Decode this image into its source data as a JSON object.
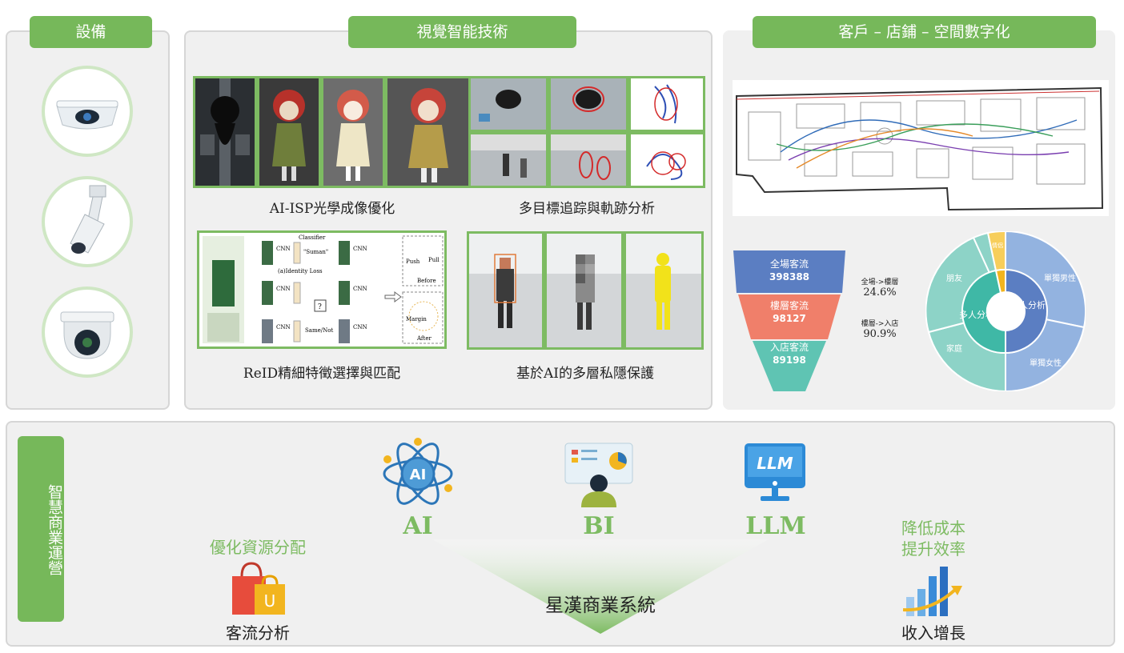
{
  "sections": {
    "devices": {
      "title": "設備"
    },
    "vision": {
      "title": "視覺智能技術",
      "items": [
        {
          "caption": "AI-ISP光學成像優化"
        },
        {
          "caption": "多目標追踪與軌跡分析"
        },
        {
          "caption": "ReID精細特徵選擇與匹配"
        },
        {
          "caption": "基於AI的多層私隱保護"
        }
      ],
      "reid_labels": {
        "classifier": "Classifier",
        "suman": "\"Suman\"",
        "identity_loss": "(a)Identity Loss",
        "cnn": "CNN",
        "same_not": "Same/Not",
        "push": "Push",
        "pull": "Pull",
        "before": "Before",
        "margin": "Margin",
        "after": "After",
        "q": "?"
      }
    },
    "digital": {
      "title": "客戶 – 店鋪 – 空間數字化",
      "funnel": [
        {
          "label": "全場客流",
          "value": "398388",
          "color": "#5b7ec2"
        },
        {
          "label": "樓層客流",
          "value": "98127",
          "color": "#f07f6a"
        },
        {
          "label": "入店客流",
          "value": "89198",
          "color": "#5fc4b3"
        }
      ],
      "conversions": [
        {
          "label": "全場->樓層",
          "value": "24.6%"
        },
        {
          "label": "樓層->入店",
          "value": "90.9%"
        }
      ],
      "sunburst": {
        "inner": [
          {
            "label": "單人分析",
            "color": "#5b7ec2"
          },
          {
            "label": "多人分析",
            "color": "#3fb8a6"
          }
        ],
        "outer": [
          {
            "label": "單獨男性",
            "color": "#93b3e0"
          },
          {
            "label": "單獨女性",
            "color": "#93b3e0"
          },
          {
            "label": "家庭",
            "color": "#8dd3c7"
          },
          {
            "label": "朋友",
            "color": "#8dd3c7"
          },
          {
            "label": "情侶",
            "color": "#f7ce5b"
          }
        ]
      }
    },
    "operations": {
      "title": "智慧商業運營",
      "left_top": "優化資源分配",
      "left_bottom": "客流分析",
      "center": "星漢商業系統",
      "right_top_1": "降低成本",
      "right_top_2": "提升效率",
      "right_bottom": "收入增長",
      "pillars": [
        {
          "label": "AI",
          "icon": "ai-atom-icon"
        },
        {
          "label": "BI",
          "icon": "bi-dashboard-icon"
        },
        {
          "label": "LLM",
          "icon": "llm-monitor-icon"
        }
      ],
      "ai_icon_text": "AI",
      "llm_icon_text": "LLM",
      "bag_letter": "U"
    }
  },
  "colors": {
    "accent": "#76b85a",
    "panel": "#f0f0f0"
  }
}
